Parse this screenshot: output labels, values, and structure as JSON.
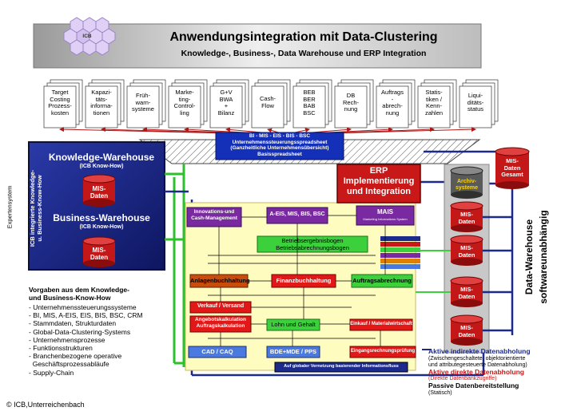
{
  "header": {
    "logo": "ICB",
    "title": "Anwendungsintegration mit Data-Clustering",
    "subtitle": "Knowledge-, Business-, Data Warehouse und ERP Integration"
  },
  "documents": [
    "Target\nCosting\nProzess-\nkosten",
    "Kapazi-\ntäts-\ninforma-\ntionen",
    "Früh-\nwarn-\nsysteme",
    "Marke-\nting-\nControl-\nling",
    "G+V\nBWA\n+\nBilanz",
    "Cash-\nFlow",
    "BEB\nBER\nBAB\nBSC",
    "DB\nRech-\nnung",
    "Auftrags\n-\nabrech-\nnung",
    "Statis-\ntiken /\nKenn-\nzahlen",
    "Liqui-\nditäts-\nstatus"
  ],
  "basis": {
    "line1": "BI - MIS - EIS - BIS - BSC",
    "line2": "Unternehmenssteuerungsspreadsheet",
    "line3": "(Ganzheitliche Unternehmensübersicht)",
    "line4": "Basisspreadsheet"
  },
  "erp": {
    "line1": "ERP",
    "line2": "Implementierung",
    "line3": "und Integration"
  },
  "warehouse": {
    "knowledge_title": "Knowledge-Warehouse",
    "knowledge_sub": "(ICB Know-How)",
    "business_title": "Business-Warehouse",
    "business_sub": "(ICB Know-How)",
    "mis_label": "MIS-\nDaten",
    "side_label": "ICB integrierte Knowledge-\nu. Business-Know-How",
    "expert_label": "Expertensystem"
  },
  "modules": {
    "innovation": "Innovations-und\nCash-Management",
    "aeis": "A-EIS, MIS, BIS, BSC",
    "mais": "MAIS",
    "mais_sub": "Marketing Informations System",
    "betrieb": "Betriebsergebnisbogen\nBetriebsabrechnungsbogen",
    "anlagen": "Anlagenbuchhaltung",
    "finanz": "Finanzbuchhaltung",
    "auftrag": "Auftragsabrechnung",
    "verkauf": "Verkauf / Versand",
    "angebot": "Angebotskalkulation\nAuftragskalkulation",
    "lohn": "Lohn und Gehalt",
    "einkauf": "Einkauf / Materialwirtschaft",
    "cad": "CAD / CAQ",
    "bde": "BDE+MDE / PPS",
    "eingang": "Eingangsrechnungsprüfung",
    "vernetzung": "Auf globaler Vernetzung basierender Informationsfluss"
  },
  "right_panel": {
    "archiv": "Archiv-\nsysteme",
    "mis": "MIS-\nDaten",
    "gesamt": "MIS-\nDaten\nGesamt",
    "dw_label1": "Data-Warehouse",
    "dw_label2": "softwareunabhängig"
  },
  "vorgaben": {
    "title1": "Vorgaben aus dem Knowledge-",
    "title2": "und Business-Know-How",
    "items": [
      "- Unternehmenssteuerungssysteme",
      "- BI, MIS, A-EIS, EIS, BIS, BSC, CRM",
      "- Stammdaten, Strukturdaten",
      "- Global-Data-Clustering-Systems",
      "- Unternehmensprozesse",
      "- Funktionsstrukturen",
      "- Branchenbezogene operative",
      "  Geschäftsprozessabläufe",
      "- Supply-Chain"
    ]
  },
  "legend": {
    "active_indirect": "Aktive indirekte Datenabholung",
    "active_indirect_sub1": "(Zwischengeschaltete, objektorientierte",
    "active_indirect_sub2": "und attributegesteuerte Datenabholung)",
    "active_direct": "Aktive direkte Datenabholung",
    "active_direct_sub": "(Direkte Datenbankzugriffe)",
    "passive": "Passive Datenbereitstellung",
    "passive_sub": "(Statisch)"
  },
  "copyright": "© ICB,Unterreichenbach",
  "colors": {
    "navy": "#1c2a8c",
    "darkred": "#b01818",
    "green": "#3cd13c",
    "purple": "#7a2aa0",
    "yellow": "#fffcc0",
    "gray": "#c8c8c8"
  }
}
